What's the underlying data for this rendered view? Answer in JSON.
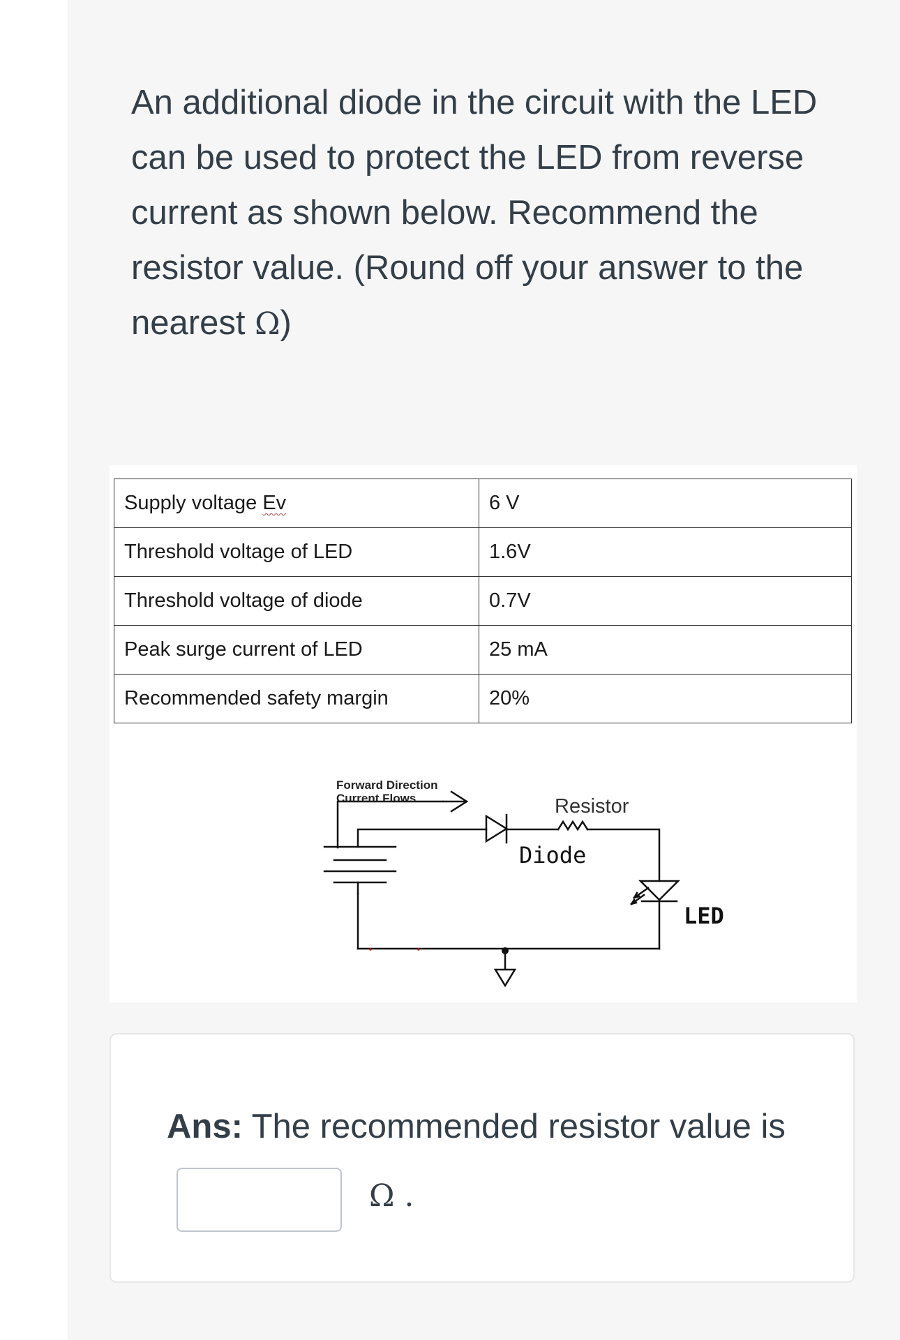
{
  "question": {
    "text": "An additional diode in the circuit with the LED can be used to protect the LED from reverse current as shown below. Recommend the resistor value. (Round off your answer to the nearest ",
    "omega": "Ω",
    "close": ")"
  },
  "table": {
    "rows": [
      {
        "label_main": "Supply voltage ",
        "label_squiggle": "Ev",
        "value": "6 V"
      },
      {
        "label_main": "Threshold voltage of LED",
        "label_squiggle": "",
        "value": "1.6V"
      },
      {
        "label_main": "Threshold voltage of diode",
        "label_squiggle": "",
        "value": "0.7V"
      },
      {
        "label_main": "Peak surge current of LED",
        "label_squiggle": "",
        "value": "25 mA"
      },
      {
        "label_main": "Recommended safety margin",
        "label_squiggle": "",
        "value": "20%"
      }
    ]
  },
  "circuit": {
    "forward_label_1": "Forward Direction",
    "forward_label_2": "Current Flows",
    "resistor_label": "Resistor",
    "diode_label": "Diode",
    "led_label": "LED"
  },
  "answer": {
    "prefix": "Ans:",
    "text": " The recommended resistor value is",
    "input_value": "",
    "unit": "Ω ."
  }
}
